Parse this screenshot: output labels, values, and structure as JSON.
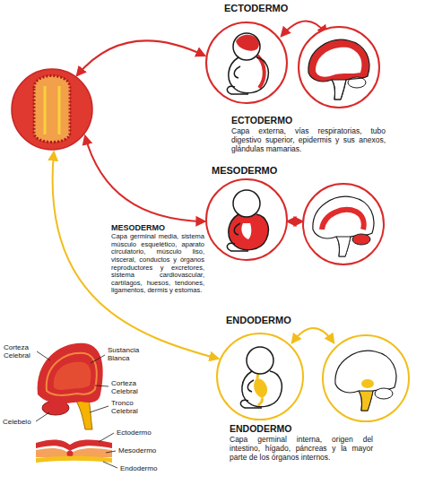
{
  "diagram": {
    "labels": [
      "ECTODERMO",
      "ECTODERMO",
      "Capa externa, vías respiratorias, tubo digestivo superior, epidermis y sus anexos, glándulas mamarias.",
      "MESODERMO",
      "MESODERMO",
      "Capa germinal media, sistema músculo esquelético, aparato circulatorio, músculo liso, visceral, conductos y órganos reproductores y excretores, sistema cardiovascular, cartílagos, huesos, tendones, ligamentos, dermis y estomas.",
      "ENDODERMO",
      "Corteza Celebral",
      "Sustancia Blanca",
      "Corteza Celebral",
      "Tronco Celebral",
      "Celebelo",
      "ENDODERMO",
      "Capa germinal interna, origen del intestino, hígado, páncreas y la mayor parte de los órganos internos.",
      "Ectodermo",
      "Mesodermo",
      "Endodermo"
    ]
  }
}
